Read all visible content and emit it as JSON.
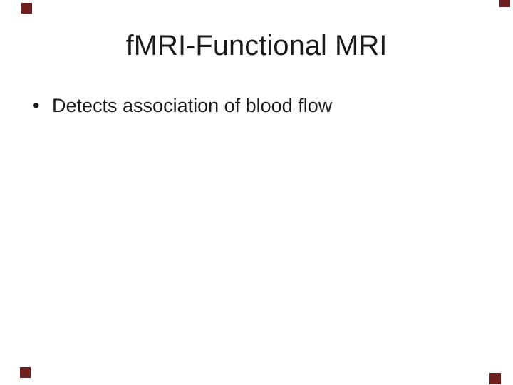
{
  "slide": {
    "title": "fMRI-Functional MRI",
    "bullets": [
      {
        "marker": "•",
        "text": "Detects association of blood flow"
      }
    ]
  },
  "colors": {
    "background": "#ffffff",
    "text": "#1a1a1a",
    "corner_marker": "#6e1f1f"
  },
  "corner_markers": [
    {
      "position": "top-left"
    },
    {
      "position": "top-right"
    },
    {
      "position": "bottom-left"
    },
    {
      "position": "bottom-right"
    }
  ]
}
